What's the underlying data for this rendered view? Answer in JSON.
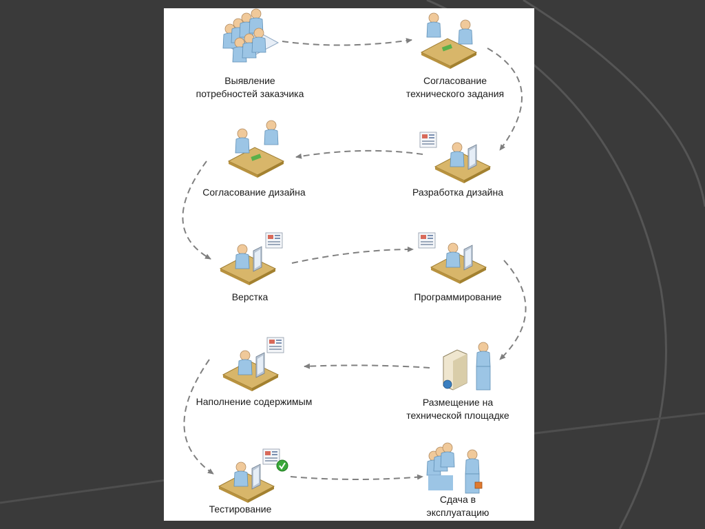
{
  "colors": {
    "slide_bg": "#3a3a3a",
    "arc_stroke": "#5a5a5a",
    "panel_bg": "#ffffff",
    "arrow": "#7f7f7f",
    "person": "#9cc5e5",
    "desk": "#d8b66a",
    "monitor": "#b9c5d3",
    "check": "#3aa83a"
  },
  "steps": [
    {
      "id": "requirements",
      "lines": [
        "Выявление",
        "потребностей заказчика"
      ],
      "icon": "meeting-table-icon"
    },
    {
      "id": "spec-approval",
      "lines": [
        "Согласование",
        "технического задания"
      ],
      "icon": "desk-handshake-icon"
    },
    {
      "id": "design-approval",
      "lines": [
        "Согласование дизайна"
      ],
      "icon": "desk-handshake-icon"
    },
    {
      "id": "design-dev",
      "lines": [
        "Разработка дизайна"
      ],
      "icon": "designer-workstation-icon"
    },
    {
      "id": "layout",
      "lines": [
        "Верстка"
      ],
      "icon": "layout-workstation-icon"
    },
    {
      "id": "programming",
      "lines": [
        "Программирование"
      ],
      "icon": "programmer-workstation-icon"
    },
    {
      "id": "content",
      "lines": [
        "Наполнение содержимым"
      ],
      "icon": "content-workstation-icon"
    },
    {
      "id": "hosting",
      "lines": [
        "Размещение на",
        "технической площадке"
      ],
      "icon": "server-person-icon"
    },
    {
      "id": "testing",
      "lines": [
        "Тестирование"
      ],
      "icon": "testing-workstation-icon"
    },
    {
      "id": "delivery",
      "lines": [
        "Сдача в",
        "эксплуатацию"
      ],
      "icon": "group-handover-icon"
    }
  ]
}
